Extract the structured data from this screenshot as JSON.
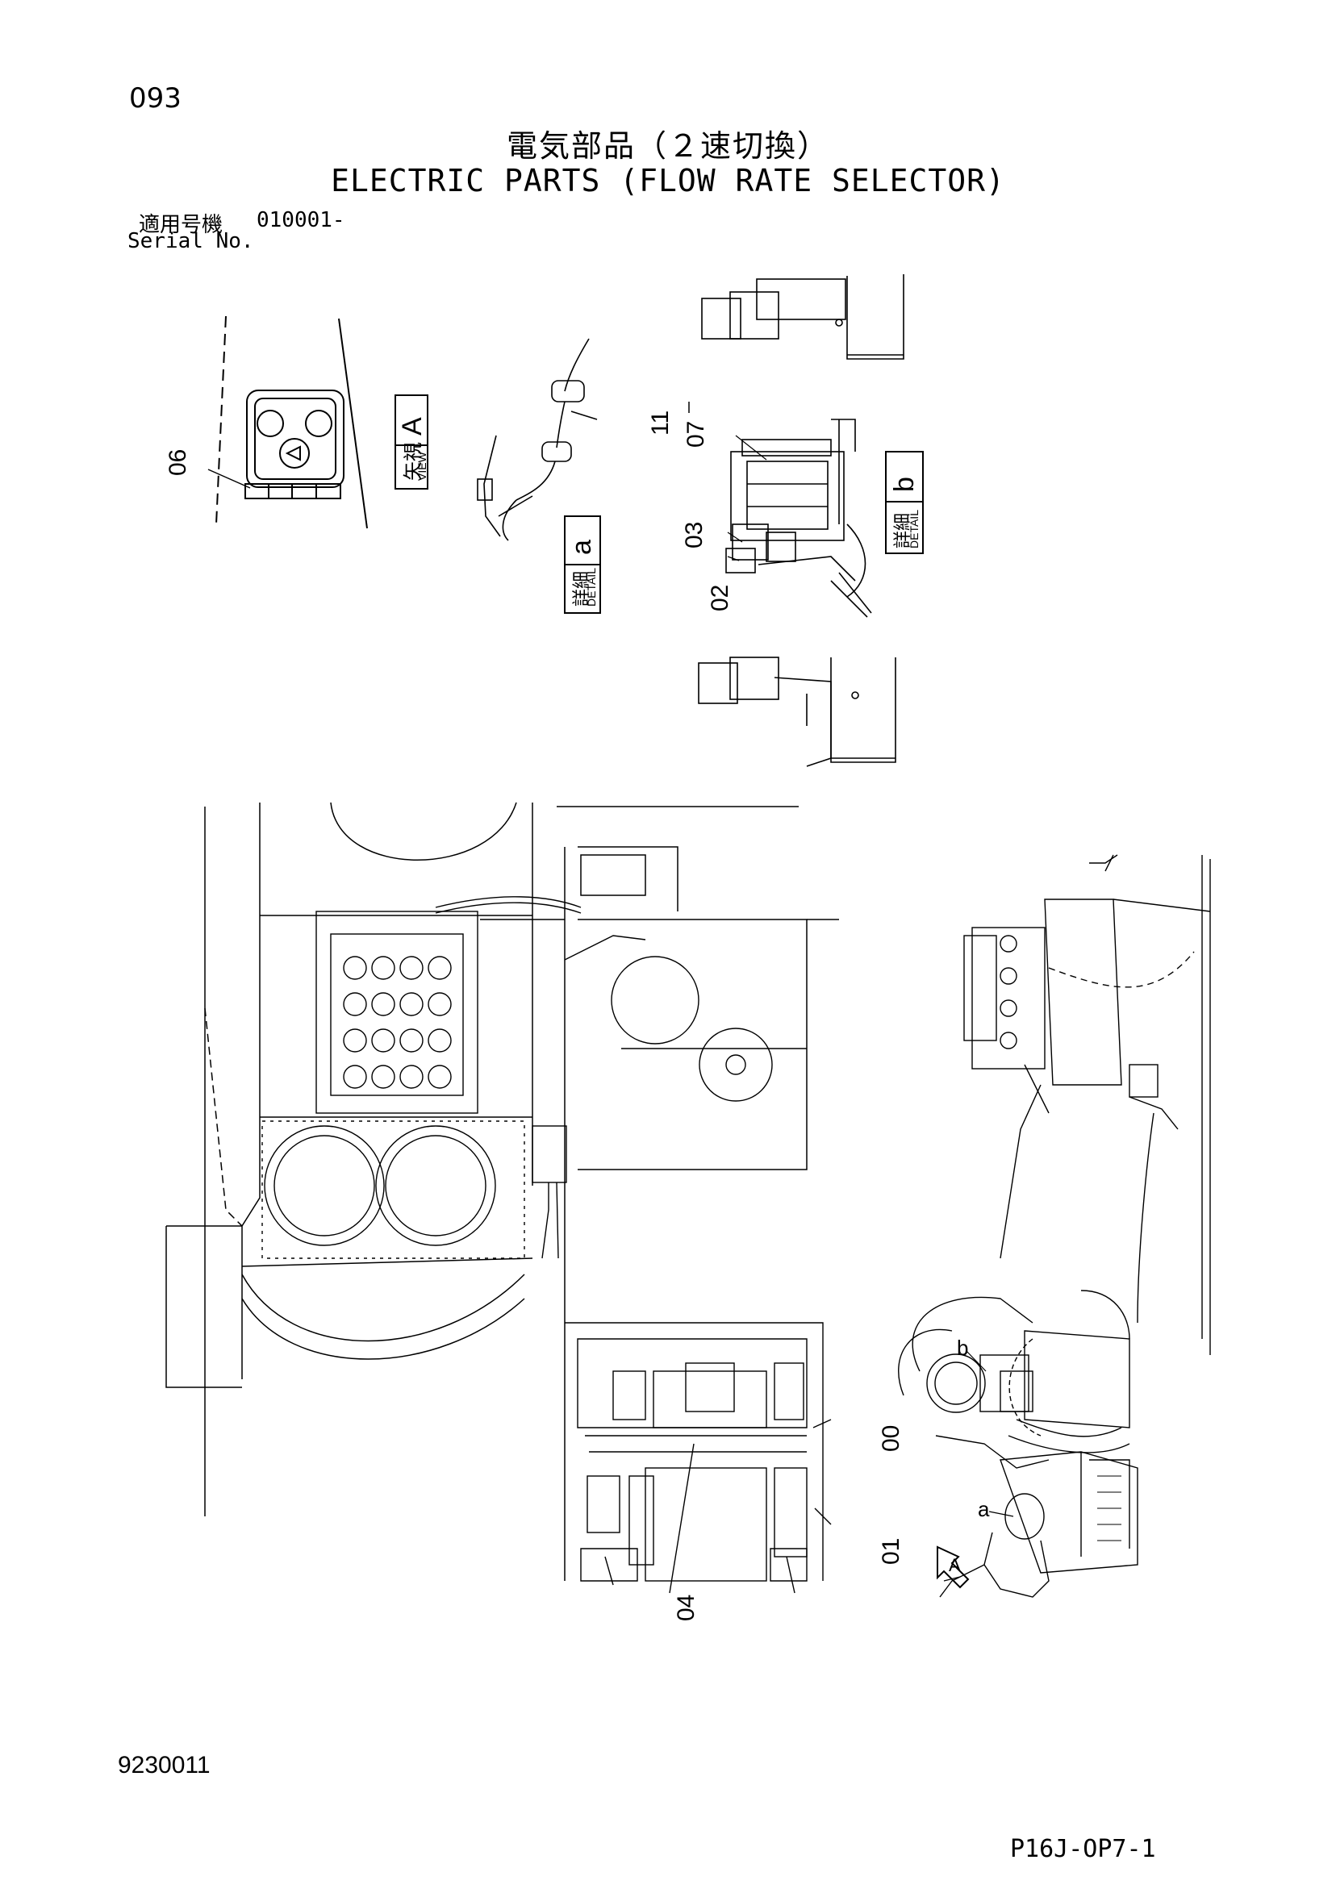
{
  "header": {
    "page_number": "093",
    "title_jp": "電気部品（２速切換）",
    "title_en": "ELECTRIC PARTS (FLOW RATE SELECTOR)",
    "serial_label_jp": "適用号機",
    "serial_value": "010001-",
    "serial_label_en": "Serial No."
  },
  "views": {
    "view_a": {
      "jp": "矢視",
      "en": "VIEW",
      "letter": "A"
    },
    "detail_a": {
      "jp": "詳細",
      "en": "DETAIL",
      "letter": "a"
    },
    "detail_b": {
      "jp": "詳細",
      "en": "DETAIL",
      "letter": "b"
    }
  },
  "callouts": {
    "c06": "06",
    "c11": "11",
    "c07": "07",
    "c03": "03",
    "c02": "02",
    "c00": "00",
    "c01": "01",
    "c04": "04",
    "b_small": "b",
    "a_small": "a",
    "arrow_a": "A"
  },
  "footer": {
    "doc_number": "9230011",
    "drawing_code": "P16J-OP7-1"
  }
}
